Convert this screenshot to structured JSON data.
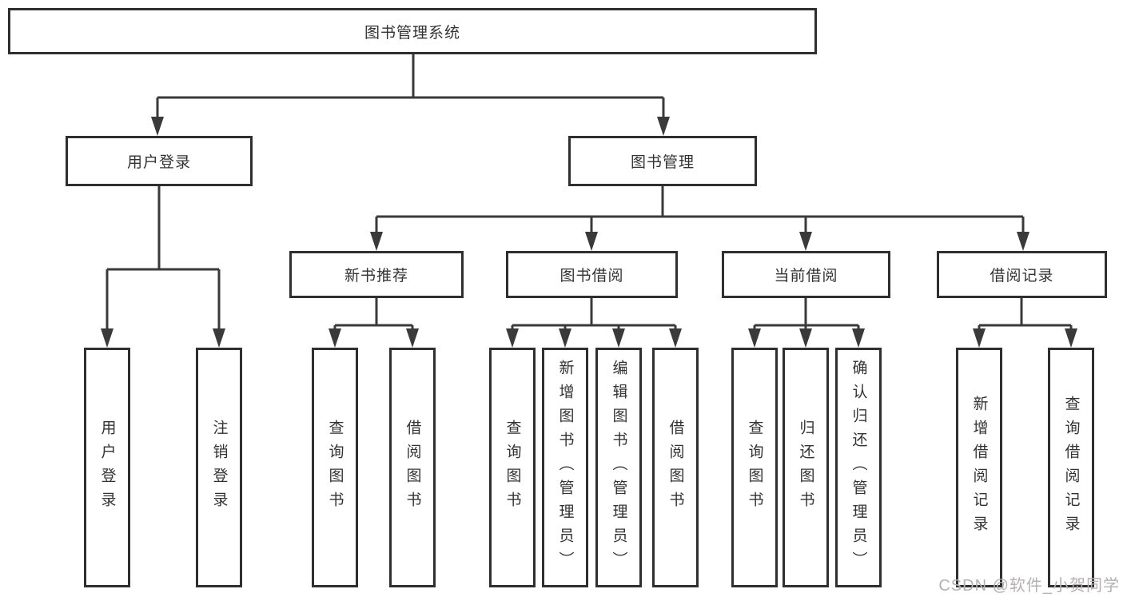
{
  "diagram": {
    "title_node": "图书管理系统",
    "root": {
      "label": "图书管理系统"
    },
    "branches": [
      {
        "label": "用户登录",
        "children": [
          {
            "label": "用户登录"
          },
          {
            "label": "注销登录"
          }
        ]
      },
      {
        "label": "图书管理",
        "children": [
          {
            "label": "新书推荐",
            "children": [
              {
                "label": "查询图书"
              },
              {
                "label": "借阅图书"
              }
            ]
          },
          {
            "label": "图书借阅",
            "children": [
              {
                "label": "查询图书"
              },
              {
                "label": "新增图书（管理员）"
              },
              {
                "label": "编辑图书（管理员）"
              },
              {
                "label": "借阅图书"
              }
            ]
          },
          {
            "label": "当前借阅",
            "children": [
              {
                "label": "查询图书"
              },
              {
                "label": "归还图书"
              },
              {
                "label": "确认归还（管理员）"
              }
            ]
          },
          {
            "label": "借阅记录",
            "children": [
              {
                "label": "新增借阅记录"
              },
              {
                "label": "查询借阅记录"
              }
            ]
          }
        ]
      }
    ]
  },
  "watermark": {
    "text": "CSDN @软件_小贺同学"
  },
  "colors": {
    "line": "#3a3a3a",
    "box_border": "#2f2f2f",
    "text": "#333333",
    "watermark": "#b4b0b3",
    "background": "#ffffff"
  }
}
